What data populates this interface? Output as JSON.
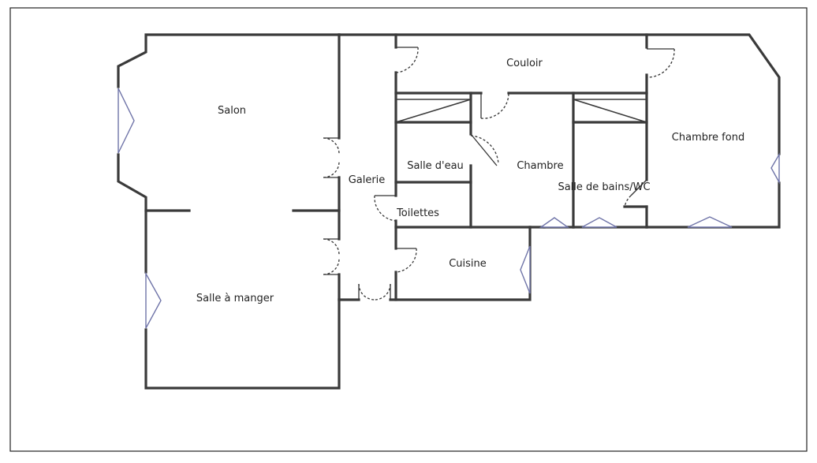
{
  "rooms": {
    "salon": "Salon",
    "salle_a_manger": "Salle à manger",
    "galerie": "Galerie",
    "couloir": "Couloir",
    "salle_d_eau": "Salle d'eau",
    "toilettes": "Toilettes",
    "chambre": "Chambre",
    "salle_de_bains_wc": "Salle de bains/WC",
    "cuisine": "Cuisine",
    "chambre_fond": "Chambre fond"
  }
}
